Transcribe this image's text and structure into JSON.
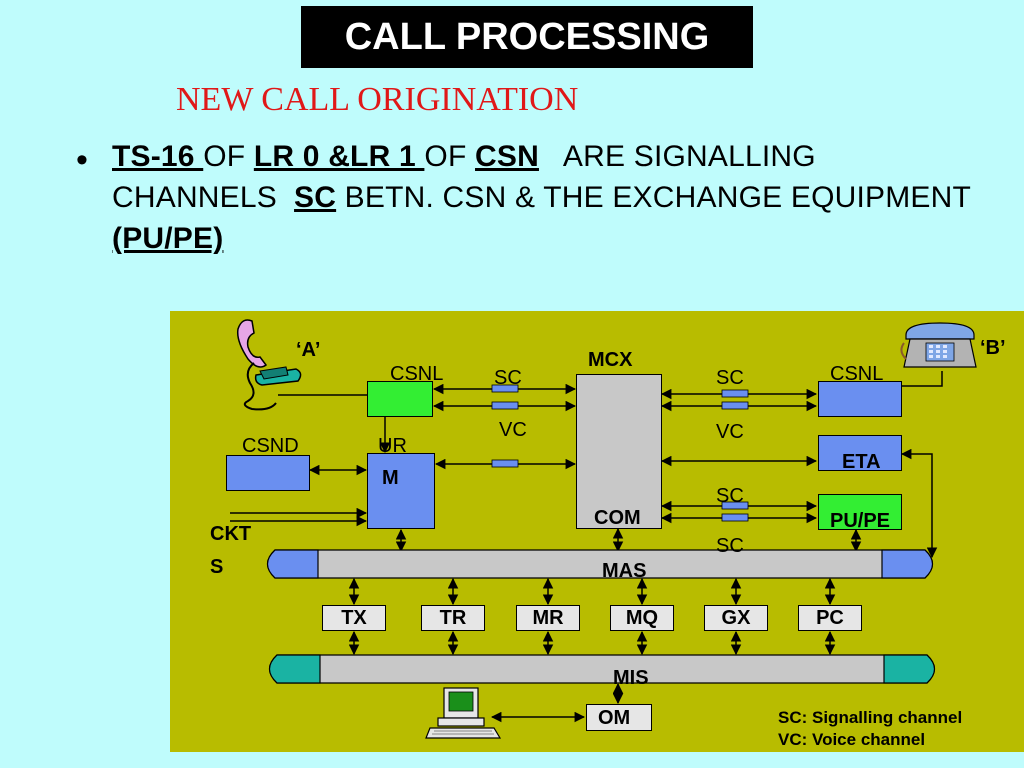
{
  "title": "CALL PROCESSING",
  "subtitle": "NEW CALL ORIGINATION",
  "bullet": {
    "p1": "TS-16 ",
    "p2": "OF ",
    "p3": "LR 0 &LR 1 ",
    "p4": "OF ",
    "p5": "CSN",
    "p6": "   ARE SIGNALLING CHANNELS  ",
    "p7": "SC",
    "p8": " BETN. CSN & THE EXCHANGE EQUIPMENT ",
    "p9": "(PU/PE)"
  },
  "diagram": {
    "subscriber_a": "‘A’",
    "subscriber_b": "‘B’",
    "csnl_left": "CSNL",
    "csnl_right": "CSNL",
    "csnd": "CSND",
    "urm_line1": "UR",
    "urm_line2": "M",
    "ckts_line1": "CKT",
    "ckts_line2": "S",
    "mcx": "MCX",
    "com": "COM",
    "sc_left": "SC",
    "vc_left": "VC",
    "sc_right_top": "SC",
    "vc_right": "VC",
    "sc_right_mid": "SC",
    "sc_right_bottom": "SC",
    "eta": "ETA",
    "pupe": "PU/PE",
    "mas": "MAS",
    "mis": "MIS",
    "om": "OM",
    "modules": [
      "TX",
      "TR",
      "MR",
      "MQ",
      "GX",
      "PC"
    ],
    "legend_sc": "SC: Signalling  channel",
    "legend_vc": "VC: Voice channel"
  },
  "colors": {
    "background": "#bffcfc",
    "diagram_bg": "#b8bc00",
    "csnl_green": "#33ee33",
    "unit_blue": "#6a8ff0",
    "subtitle_red": "#e01818",
    "mis_teal": "#1ab3a3"
  }
}
